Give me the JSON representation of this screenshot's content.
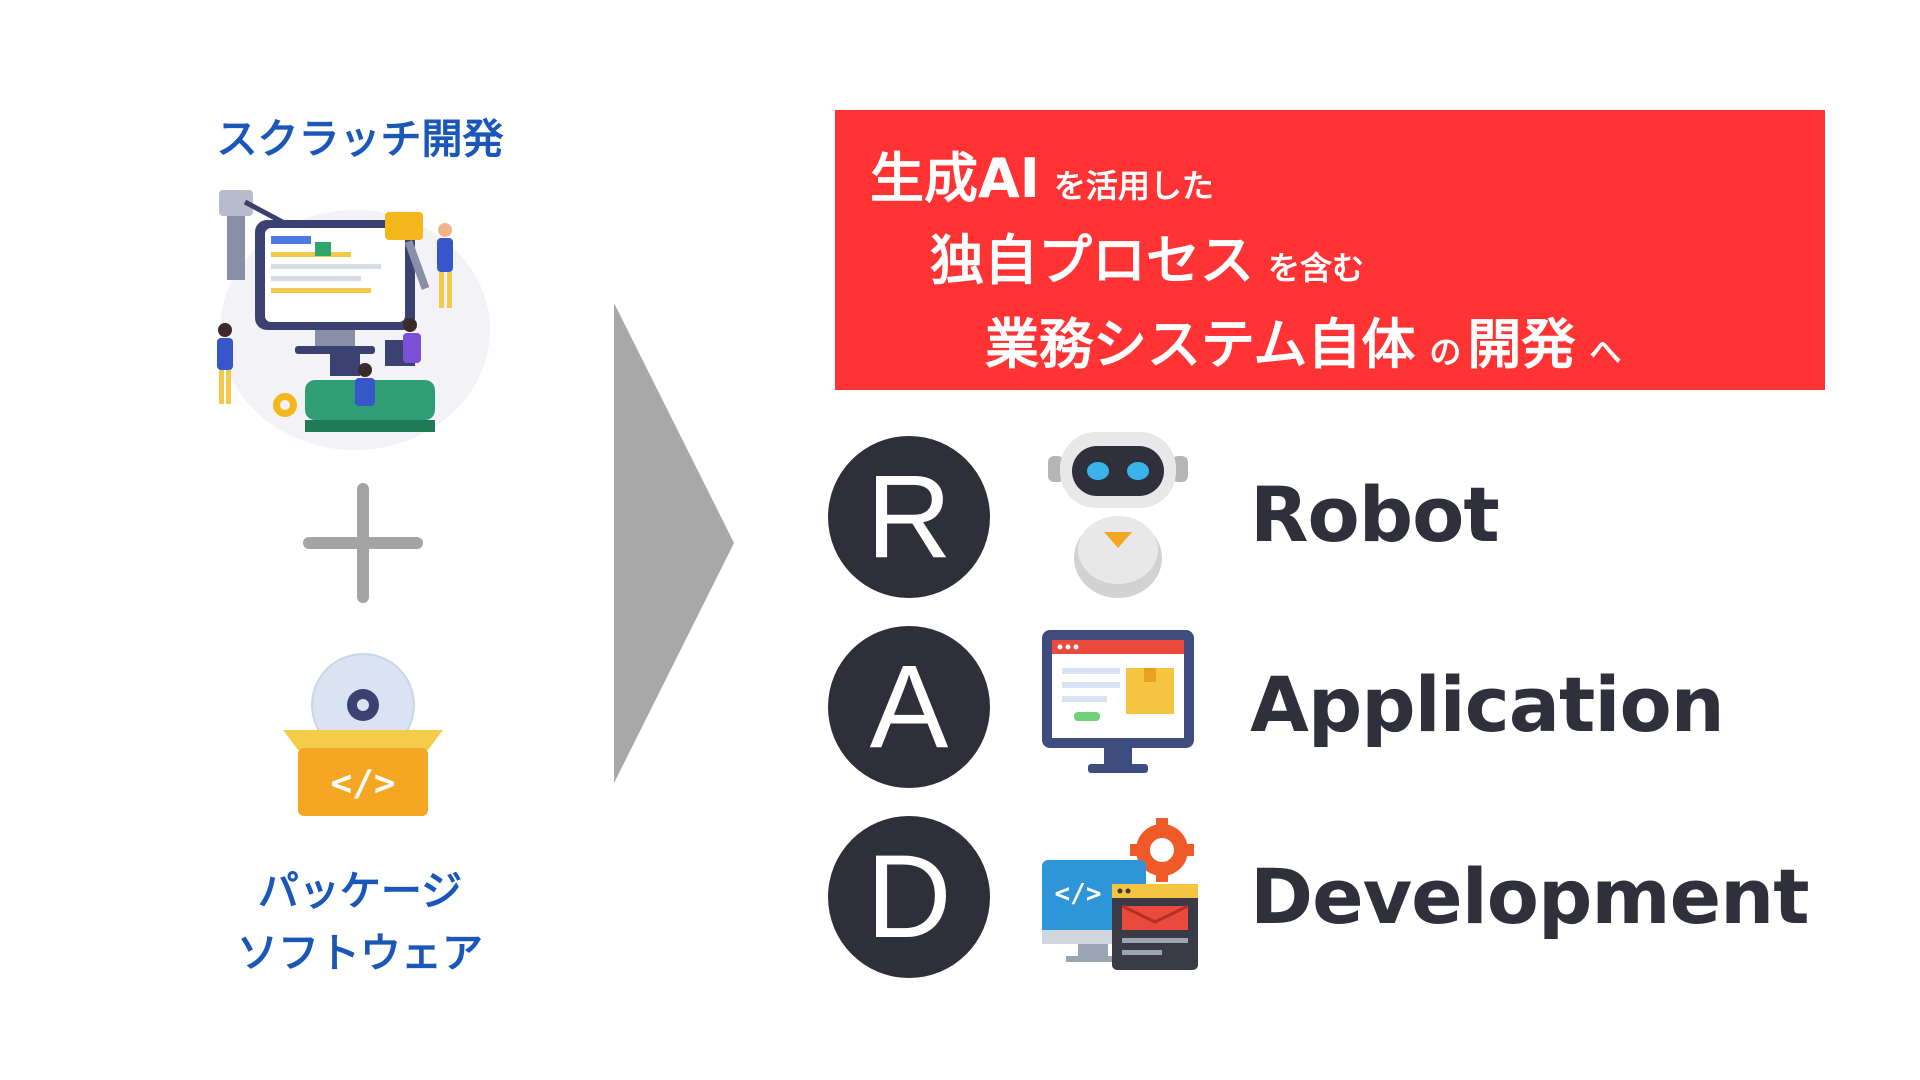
{
  "left": {
    "scratch_title": "スクラッチ開発",
    "package_title_line1": "パッケージ",
    "package_title_line2": "ソフトウェア"
  },
  "headline": {
    "line1_big": "生成AI",
    "line1_small": "を活用した",
    "line2_big": "独自プロセス",
    "line2_small": "を含む",
    "line3_big1": "業務システム自体",
    "line3_small1": "の",
    "line3_big2": "開発",
    "line3_small2": "へ"
  },
  "rad": [
    {
      "letter": "R",
      "word": "Robot",
      "icon": "robot-icon"
    },
    {
      "letter": "A",
      "word": "Application",
      "icon": "monitor-app-icon"
    },
    {
      "letter": "D",
      "word": "Development",
      "icon": "dev-code-icon"
    }
  ],
  "colors": {
    "accent_red": "#ff3333",
    "label_blue": "#1a57b8",
    "circle_dark": "#2f2f3b",
    "arrow_gray": "#a8a8a8"
  }
}
